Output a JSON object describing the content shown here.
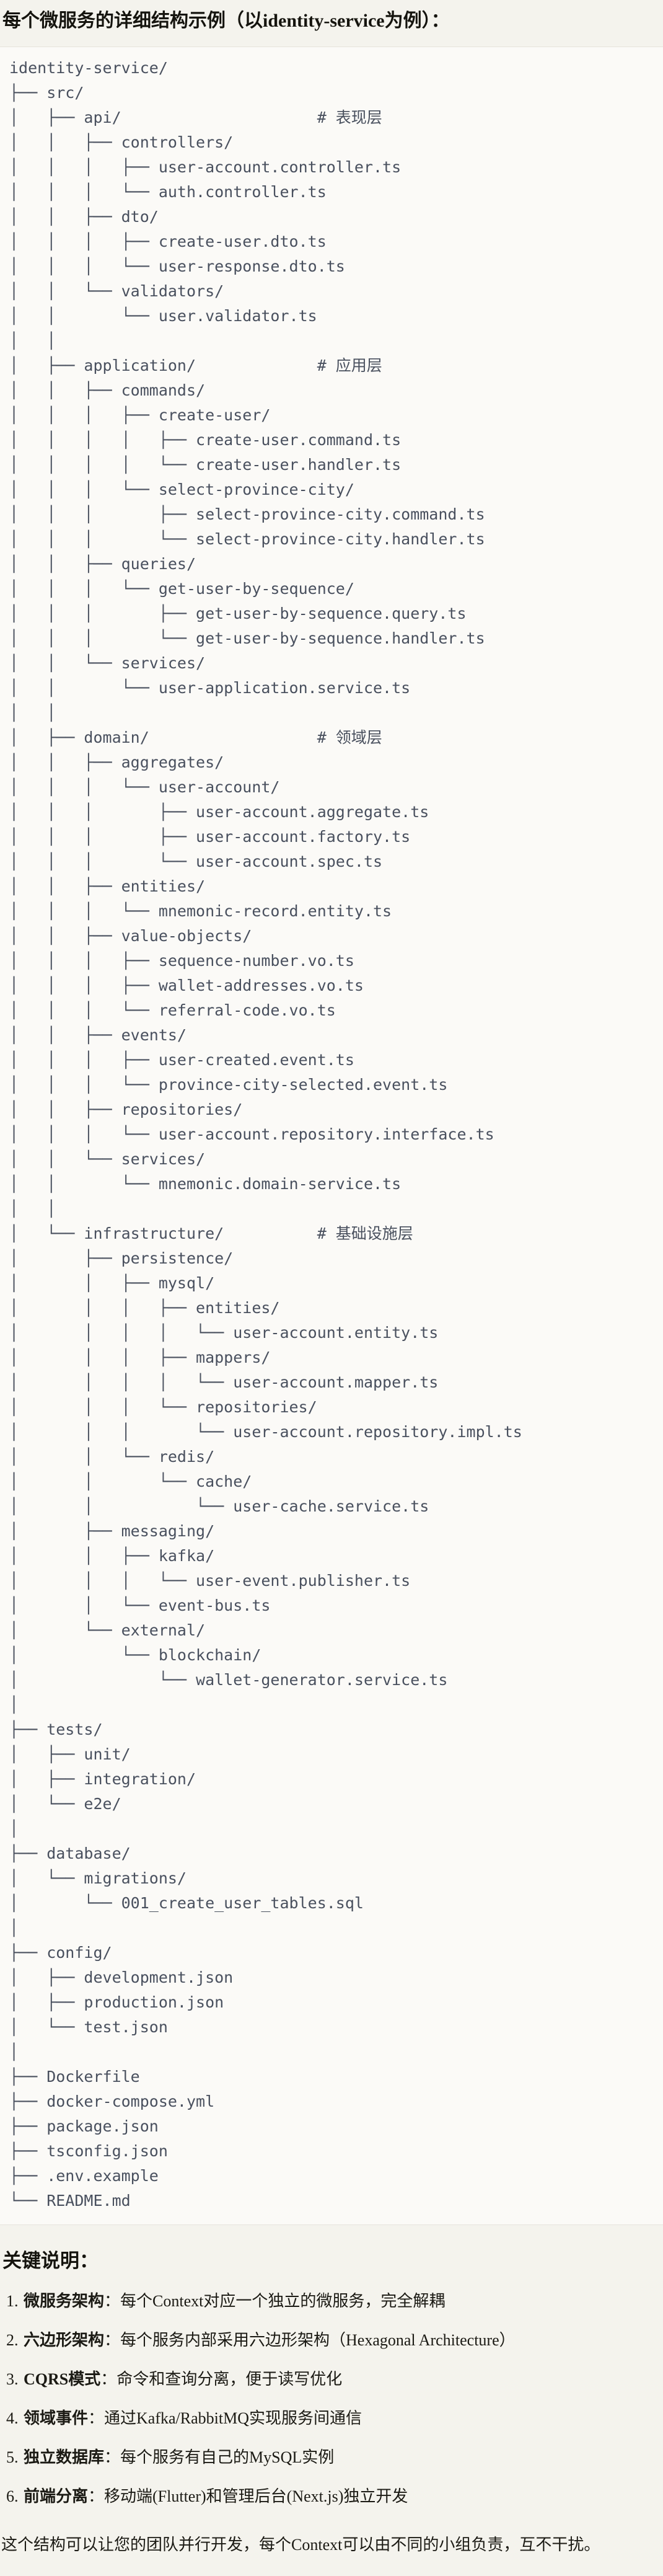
{
  "page": {
    "title": "每个微服务的详细结构示例（以identity-service为例）："
  },
  "code": {
    "language": "plaintext",
    "tree_lines": [
      "identity-service/",
      "├── src/",
      "│   ├── api/                     # 表现层",
      "│   │   ├── controllers/",
      "│   │   │   ├── user-account.controller.ts",
      "│   │   │   └── auth.controller.ts",
      "│   │   ├── dto/",
      "│   │   │   ├── create-user.dto.ts",
      "│   │   │   └── user-response.dto.ts",
      "│   │   └── validators/",
      "│   │       └── user.validator.ts",
      "│   │",
      "│   ├── application/             # 应用层",
      "│   │   ├── commands/",
      "│   │   │   ├── create-user/",
      "│   │   │   │   ├── create-user.command.ts",
      "│   │   │   │   └── create-user.handler.ts",
      "│   │   │   └── select-province-city/",
      "│   │   │       ├── select-province-city.command.ts",
      "│   │   │       └── select-province-city.handler.ts",
      "│   │   ├── queries/",
      "│   │   │   └── get-user-by-sequence/",
      "│   │   │       ├── get-user-by-sequence.query.ts",
      "│   │   │       └── get-user-by-sequence.handler.ts",
      "│   │   └── services/",
      "│   │       └── user-application.service.ts",
      "│   │",
      "│   ├── domain/                  # 领域层",
      "│   │   ├── aggregates/",
      "│   │   │   └── user-account/",
      "│   │   │       ├── user-account.aggregate.ts",
      "│   │   │       ├── user-account.factory.ts",
      "│   │   │       └── user-account.spec.ts",
      "│   │   ├── entities/",
      "│   │   │   └── mnemonic-record.entity.ts",
      "│   │   ├── value-objects/",
      "│   │   │   ├── sequence-number.vo.ts",
      "│   │   │   ├── wallet-addresses.vo.ts",
      "│   │   │   └── referral-code.vo.ts",
      "│   │   ├── events/",
      "│   │   │   ├── user-created.event.ts",
      "│   │   │   └── province-city-selected.event.ts",
      "│   │   ├── repositories/",
      "│   │   │   └── user-account.repository.interface.ts",
      "│   │   └── services/",
      "│   │       └── mnemonic.domain-service.ts",
      "│   │",
      "│   └── infrastructure/          # 基础设施层",
      "│       ├── persistence/",
      "│       │   ├── mysql/",
      "│       │   │   ├── entities/",
      "│       │   │   │   └── user-account.entity.ts",
      "│       │   │   ├── mappers/",
      "│       │   │   │   └── user-account.mapper.ts",
      "│       │   │   └── repositories/",
      "│       │   │       └── user-account.repository.impl.ts",
      "│       │   └── redis/",
      "│       │       └── cache/",
      "│       │           └── user-cache.service.ts",
      "│       ├── messaging/",
      "│       │   ├── kafka/",
      "│       │   │   └── user-event.publisher.ts",
      "│       │   └── event-bus.ts",
      "│       └── external/",
      "│           └── blockchain/",
      "│               └── wallet-generator.service.ts",
      "│",
      "├── tests/",
      "│   ├── unit/",
      "│   ├── integration/",
      "│   └── e2e/",
      "│",
      "├── database/",
      "│   └── migrations/",
      "│       └── 001_create_user_tables.sql",
      "│",
      "├── config/",
      "│   ├── development.json",
      "│   ├── production.json",
      "│   └── test.json",
      "│",
      "├── Dockerfile",
      "├── docker-compose.yml",
      "├── package.json",
      "├── tsconfig.json",
      "├── .env.example",
      "└── README.md"
    ]
  },
  "notes": {
    "heading": "关键说明：",
    "items": [
      {
        "num": "1.",
        "term": "微服务架构",
        "text": "：每个Context对应一个独立的微服务，完全解耦"
      },
      {
        "num": "2.",
        "term": "六边形架构",
        "text": "：每个服务内部采用六边形架构（Hexagonal Architecture）"
      },
      {
        "num": "3.",
        "term": "CQRS模式",
        "text": "：命令和查询分离，便于读写优化"
      },
      {
        "num": "4.",
        "term": "领域事件",
        "text": "：通过Kafka/RabbitMQ实现服务间通信"
      },
      {
        "num": "5.",
        "term": "独立数据库",
        "text": "：每个服务有自己的MySQL实例"
      },
      {
        "num": "6.",
        "term": "前端分离",
        "text": "：移动端(Flutter)和管理后台(Next.js)独立开发"
      }
    ],
    "footer": "这个结构可以让您的团队并行开发，每个Context可以由不同的小组负责，互不干扰。"
  },
  "colors": {
    "page_background": "#f4f3ed",
    "code_background": "#fbfaf7",
    "code_border": "#e6e4dc",
    "code_text": "#49505e",
    "body_text": "#1b1a14"
  }
}
